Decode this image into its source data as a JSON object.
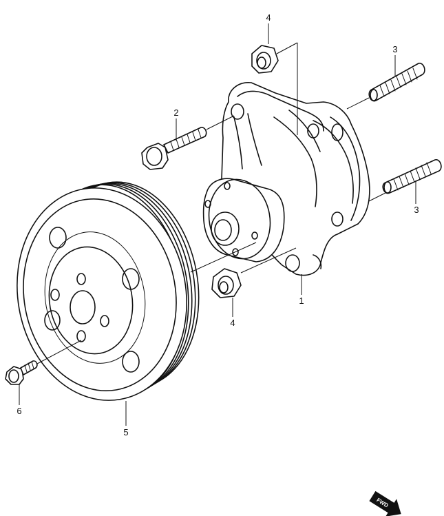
{
  "callouts": [
    {
      "id": "part-1",
      "label": "1"
    },
    {
      "id": "part-2",
      "label": "2"
    },
    {
      "id": "part-3-upper",
      "label": "3"
    },
    {
      "id": "part-3-lower",
      "label": "3"
    },
    {
      "id": "part-4-upper",
      "label": "4"
    },
    {
      "id": "part-4-lower",
      "label": "4"
    },
    {
      "id": "part-5",
      "label": "5"
    },
    {
      "id": "part-6",
      "label": "6"
    }
  ],
  "fwd_badge": {
    "text": "FWD"
  }
}
